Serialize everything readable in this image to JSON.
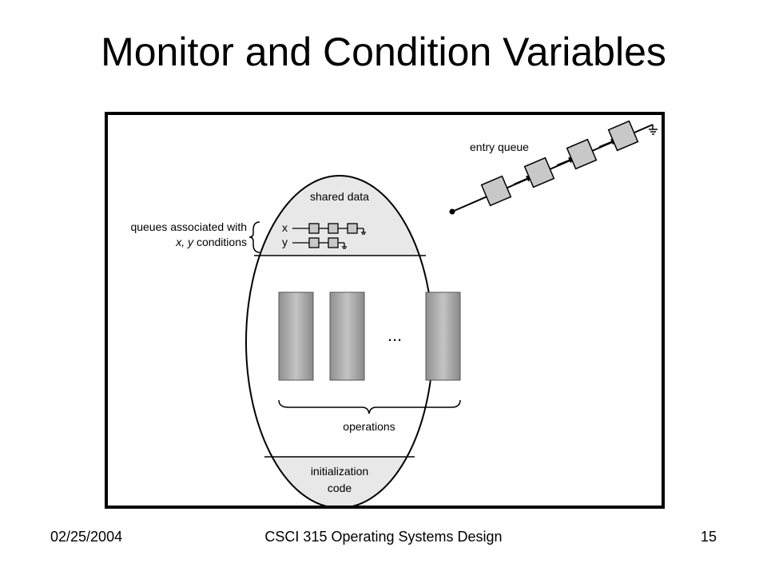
{
  "slide": {
    "title": "Monitor and Condition Variables"
  },
  "diagram": {
    "entry_queue_label": "entry queue",
    "shared_data_label": "shared data",
    "queues_label_line1": "queues associated with",
    "queues_label_line2_vars": "x, y",
    "queues_label_line2_rest": " conditions",
    "var_x": "x",
    "var_y": "y",
    "ellipsis": "...",
    "operations_label": "operations",
    "init_label_line1": "initialization",
    "init_label_line2": "code"
  },
  "footer": {
    "date": "02/25/2004",
    "course": "CSCI 315 Operating Systems Design",
    "page": "15"
  }
}
